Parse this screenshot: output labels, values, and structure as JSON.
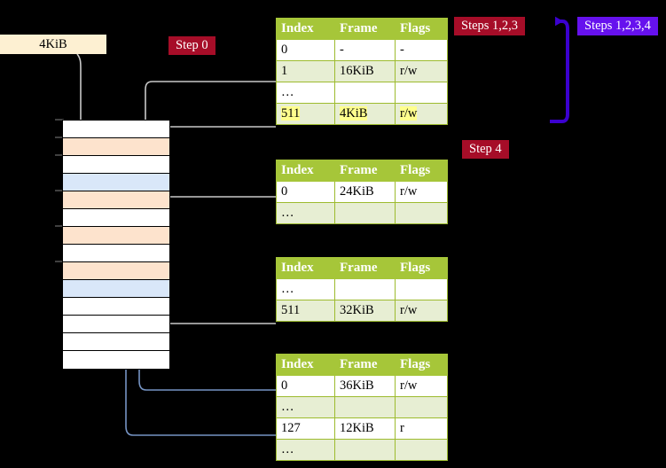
{
  "diagram": {
    "title": "four-level page table walk",
    "colors": {
      "table_header": "#a6c639",
      "table_alt_row": "#e7eed3",
      "highlight": "#ffff8d",
      "badge_red": "#a60d28",
      "badge_violet": "#6611ee",
      "memory_peach": "#fde3cd",
      "memory_blue": "#d9e7f9",
      "memory_white": "#ffffff",
      "walk_arrow": "#cccccc",
      "result_arrow": "#7694c4",
      "bracket": "#3b01cf",
      "kib_box": "#fdf0d2"
    }
  },
  "labels": {
    "kib_box": "4KiB",
    "step0": "Step 0",
    "step4": "Step 4",
    "steps123": "Steps 1,2,3",
    "steps1234": "Steps 1,2,3,4"
  },
  "columns": [
    "Index",
    "Frame",
    "Flags"
  ],
  "tables": [
    {
      "name": "level-4-table",
      "rows": [
        {
          "index": "0",
          "frame": "-",
          "flags": "-",
          "style": "plain",
          "highlight": false
        },
        {
          "index": "1",
          "frame": "16KiB",
          "flags": "r/w",
          "style": "alt",
          "highlight": false
        },
        {
          "index": "…",
          "frame": "",
          "flags": "",
          "style": "plain",
          "highlight": false
        },
        {
          "index": "511",
          "frame": "4KiB",
          "flags": "r/w",
          "style": "alt",
          "highlight": true
        }
      ]
    },
    {
      "name": "level-3-table",
      "rows": [
        {
          "index": "0",
          "frame": "24KiB",
          "flags": "r/w",
          "style": "plain",
          "highlight": false
        },
        {
          "index": "…",
          "frame": "",
          "flags": "",
          "style": "alt",
          "highlight": false
        }
      ]
    },
    {
      "name": "level-2-table",
      "rows": [
        {
          "index": "…",
          "frame": "",
          "flags": "",
          "style": "plain",
          "highlight": false
        },
        {
          "index": "511",
          "frame": "32KiB",
          "flags": "r/w",
          "style": "alt",
          "highlight": false
        }
      ]
    },
    {
      "name": "level-1-table",
      "rows": [
        {
          "index": "0",
          "frame": "36KiB",
          "flags": "r/w",
          "style": "plain",
          "highlight": false
        },
        {
          "index": "…",
          "frame": "",
          "flags": "",
          "style": "alt",
          "highlight": false
        },
        {
          "index": "127",
          "frame": "12KiB",
          "flags": "r",
          "style": "plain",
          "highlight": false
        },
        {
          "index": "…",
          "frame": "",
          "flags": "",
          "style": "alt",
          "highlight": false
        }
      ]
    }
  ],
  "memory_rows": [
    {
      "fill": "m-white"
    },
    {
      "fill": "m-peach"
    },
    {
      "fill": "m-white"
    },
    {
      "fill": "m-blue"
    },
    {
      "fill": "m-peach"
    },
    {
      "fill": "m-white"
    },
    {
      "fill": "m-peach"
    },
    {
      "fill": "m-white"
    },
    {
      "fill": "m-peach"
    },
    {
      "fill": "m-blue"
    },
    {
      "fill": "m-white"
    },
    {
      "fill": "m-white"
    },
    {
      "fill": "m-white"
    },
    {
      "fill": "m-white"
    }
  ]
}
